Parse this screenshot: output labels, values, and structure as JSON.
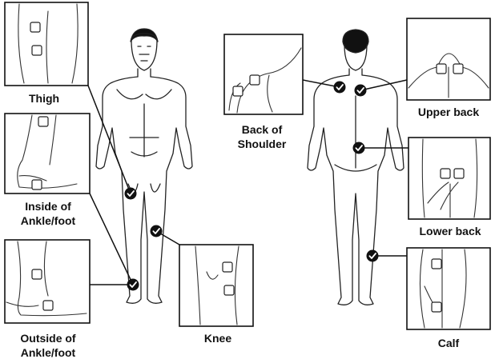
{
  "labels": {
    "thigh": "Thigh",
    "inside_ankle_1": "Inside of",
    "inside_ankle_2": "Ankle/foot",
    "outside_ankle_1": "Outside of",
    "outside_ankle_2": "Ankle/foot",
    "knee": "Knee",
    "back_shoulder_1": "Back of",
    "back_shoulder_2": "Shoulder",
    "upper_back": "Upper back",
    "lower_back": "Lower back",
    "calf": "Calf"
  },
  "colors": {
    "line": "#111111",
    "fill": "#ffffff",
    "marker": "#111111"
  }
}
